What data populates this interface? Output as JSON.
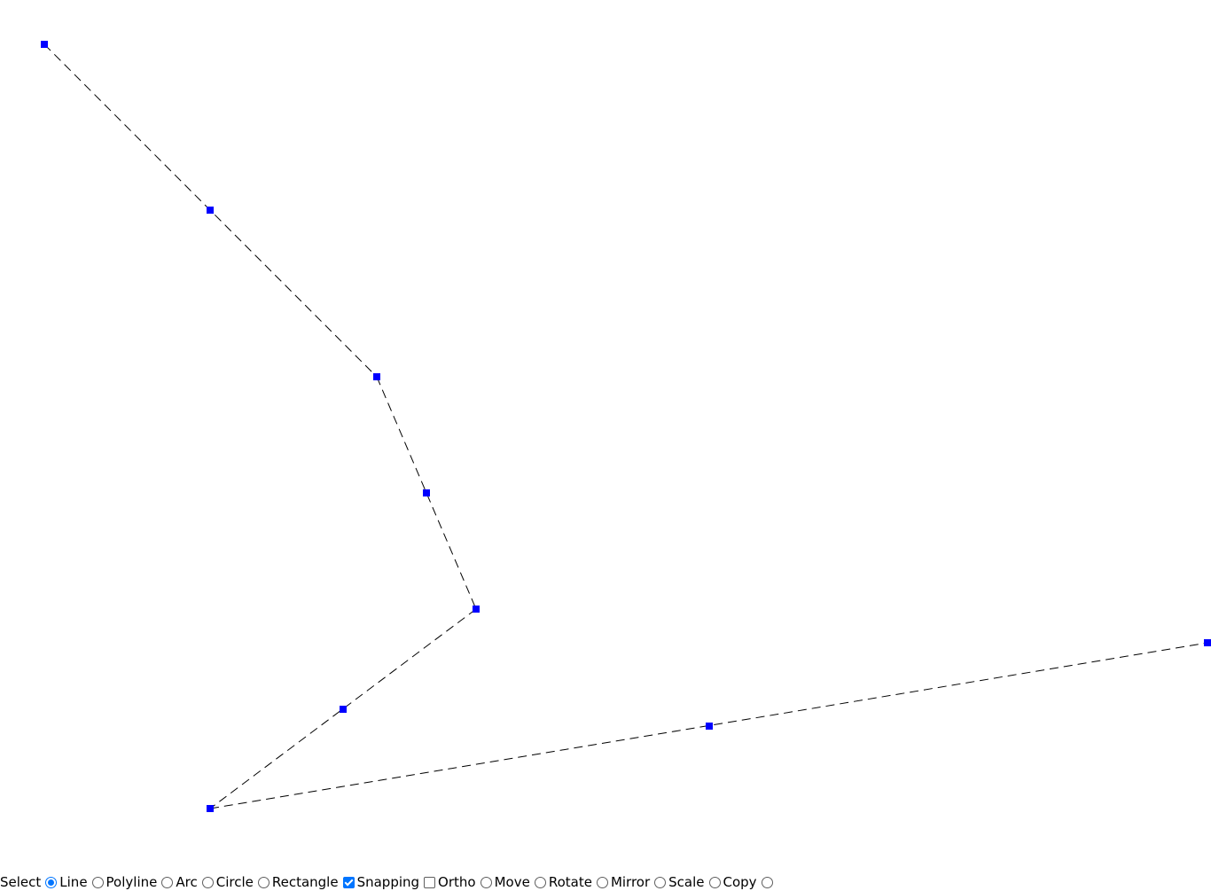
{
  "canvas": {
    "line_color": "#000000",
    "handle_color": "#0000ff",
    "dash_pattern": "dashed",
    "segments": [
      {
        "id": "segment-1",
        "start": "p1",
        "mid": "m1",
        "end": "p2"
      },
      {
        "id": "segment-2",
        "start": "p2",
        "mid": "m2",
        "end": "p3"
      },
      {
        "id": "segment-3",
        "start": "p3",
        "mid": "m3",
        "end": "p4"
      },
      {
        "id": "segment-4",
        "start": "p4",
        "mid": "m4",
        "end": "p5"
      }
    ]
  },
  "toolbar": {
    "prefix_label": "Select",
    "options": [
      {
        "name": "line",
        "label": "Line",
        "type": "radio",
        "checked": true
      },
      {
        "name": "polyline",
        "label": "Polyline",
        "type": "radio",
        "checked": false
      },
      {
        "name": "arc",
        "label": "Arc",
        "type": "radio",
        "checked": false
      },
      {
        "name": "circle",
        "label": "Circle",
        "type": "radio",
        "checked": false
      },
      {
        "name": "rectangle",
        "label": "Rectangle",
        "type": "radio",
        "checked": false
      },
      {
        "name": "snapping",
        "label": "Snapping",
        "type": "checkbox",
        "checked": true
      },
      {
        "name": "ortho",
        "label": "Ortho",
        "type": "checkbox",
        "checked": false
      },
      {
        "name": "move",
        "label": "Move",
        "type": "radio",
        "checked": false
      },
      {
        "name": "rotate",
        "label": "Rotate",
        "type": "radio",
        "checked": false
      },
      {
        "name": "mirror",
        "label": "Mirror",
        "type": "radio",
        "checked": false
      },
      {
        "name": "scale",
        "label": "Scale",
        "type": "radio",
        "checked": false
      },
      {
        "name": "copy",
        "label": "Copy",
        "type": "radio",
        "checked": false
      }
    ]
  }
}
